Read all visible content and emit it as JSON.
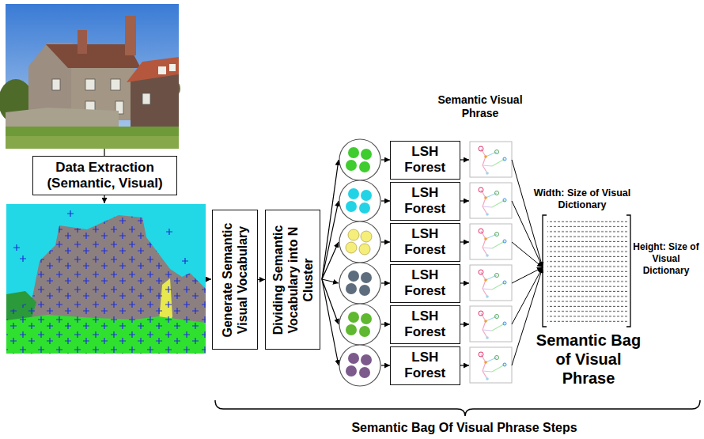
{
  "diagram": {
    "nodes": [
      {
        "text": [
          "Data Extraction (Semantic, Visual)"
        ]
      },
      {
        "text": [
          "Generate Semantic Visual Vocabulary"
        ]
      },
      {
        "text": [
          "Dividing Semantic Vocabulary into N Cluster"
        ]
      },
      {
        "text": [
          "LSH Forest"
        ]
      },
      {
        "text": [
          "LSH Forest"
        ]
      },
      {
        "text": [
          "LSH Forest"
        ]
      },
      {
        "text": [
          "LSH Forest"
        ]
      },
      {
        "text": [
          "LSH Forest"
        ]
      },
      {
        "text": [
          "LSH Forest"
        ]
      }
    ],
    "edges": [
      {
        "from": 1,
        "to": 2,
        "arrow": "to"
      }
    ],
    "labels": [
      "Semantic Visual Phrase",
      "Width: Size of Visual Dictionary",
      "Height: Size of Visual Dictionary",
      "Semantic Bag of Visual Phrase",
      "Semantic Bag Of Visual Phrase Steps"
    ]
  }
}
